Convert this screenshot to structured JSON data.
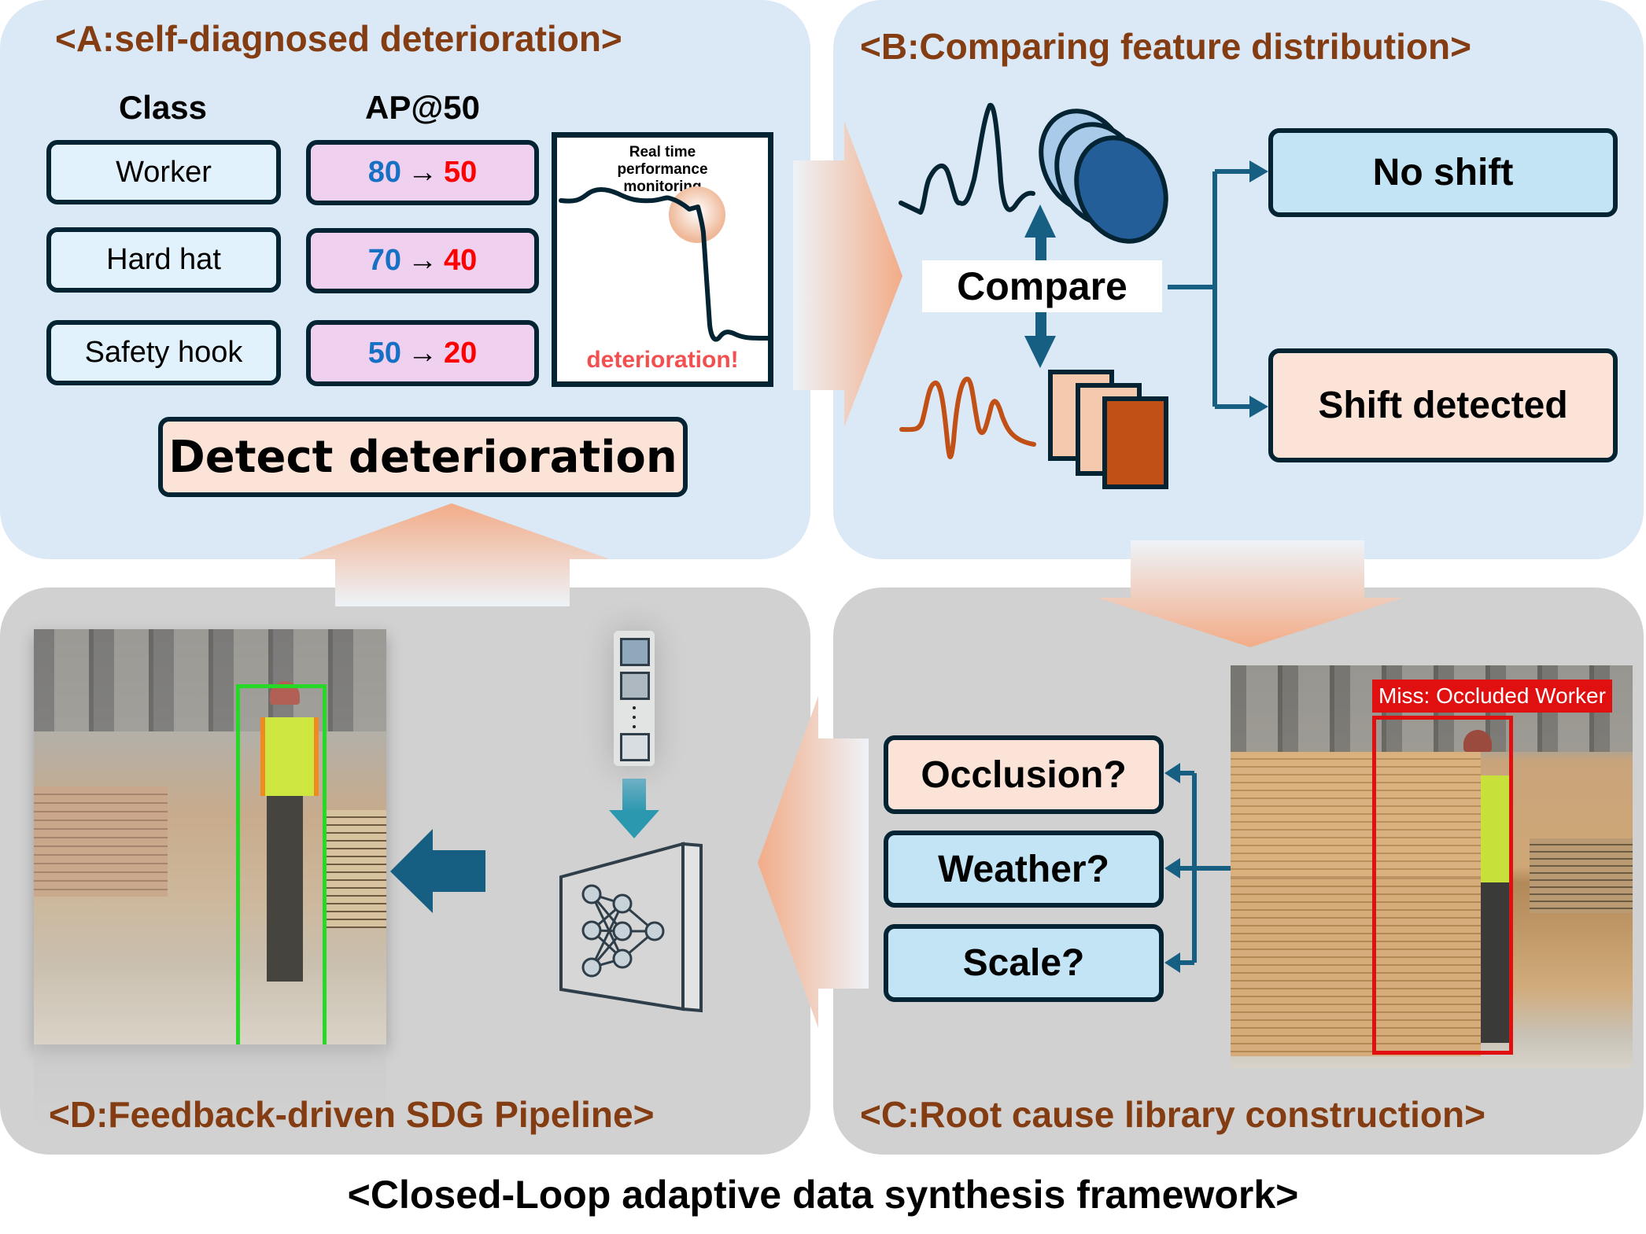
{
  "framework_title": "<Closed-Loop adaptive data synthesis framework>",
  "panel_a": {
    "title": "<A:self-diagnosed deterioration>",
    "class_header": "Class",
    "ap_header": "AP@50",
    "rows": [
      {
        "class": "Worker",
        "ap_before": "80",
        "ap_after": "50"
      },
      {
        "class": "Hard hat",
        "ap_before": "70",
        "ap_after": "40"
      },
      {
        "class": "Safety hook",
        "ap_before": "50",
        "ap_after": "20"
      }
    ],
    "arrow_glyph": "→",
    "monitor_title": "Real time performance monitoring",
    "monitor_alert": "deterioration!",
    "action": "Detect deterioration"
  },
  "panel_b": {
    "title": "<B:Comparing feature distribution>",
    "compare_label": "Compare",
    "outcomes": [
      "No shift",
      "Shift detected"
    ]
  },
  "panel_c": {
    "title": "<C:Root cause library construction>",
    "causes": [
      "Occlusion?",
      "Weather?",
      "Scale?"
    ],
    "photo_label": "Miss: Occluded Worker"
  },
  "panel_d": {
    "title": "<D:Feedback-driven SDG Pipeline>"
  },
  "colors": {
    "title_brown": "#843c12",
    "panel_blue": "#dbe8f5",
    "panel_gray": "#d1d1d1",
    "flow_arrow": "#f2b08c",
    "connector": "#165f82",
    "ap_before": "#1670c4",
    "ap_after": "#ff0000",
    "alert": "#f25050",
    "detect_ok": "#26d926",
    "detect_miss": "#e01010"
  }
}
